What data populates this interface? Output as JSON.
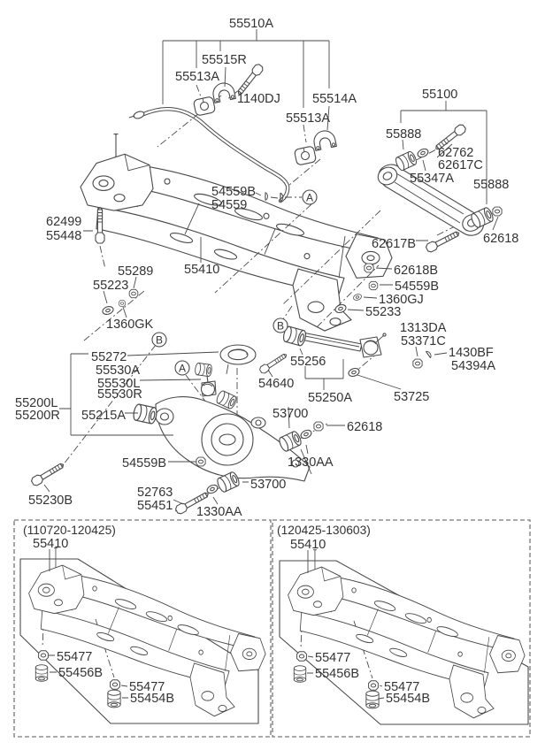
{
  "colors": {
    "background": "#ffffff",
    "line": "#4a4a4a",
    "text": "#333333",
    "dashed_border": "#777777"
  },
  "callouts": {
    "a": "A",
    "b": "B"
  },
  "labels": {
    "p55510A": "55510A",
    "p55515R": "55515R",
    "p55513A_1": "55513A",
    "p1140DJ": "1140DJ",
    "p55514A": "55514A",
    "p55513A_2": "55513A",
    "p55100": "55100",
    "p55888_1": "55888",
    "p62762": "62762",
    "p62617C": "62617C",
    "p55347A": "55347A",
    "p55888_2": "55888",
    "p62617B": "62617B",
    "p62618_1": "62618",
    "p54559B_1": "54559B",
    "p54559": "54559",
    "p62499": "62499",
    "p55448": "55448",
    "p55289": "55289",
    "p55223": "55223",
    "p55410": "55410",
    "p1360GK": "1360GK",
    "p62618B": "62618B",
    "p54559B_2": "54559B",
    "p1360GJ": "1360GJ",
    "p55233": "55233",
    "p1313DA": "1313DA",
    "p53371C": "53371C",
    "p1430BF": "1430BF",
    "p54394A": "54394A",
    "p55272": "55272",
    "p55530A": "55530A",
    "p55530L": "55530L",
    "p55530R": "55530R",
    "p55200L": "55200L",
    "p55200R": "55200R",
    "p55215A": "55215A",
    "p55256": "55256",
    "p54640": "54640",
    "p55250A": "55250A",
    "p53725": "53725",
    "p54559B_3": "54559B",
    "p55230B": "55230B",
    "p52763": "52763",
    "p55451": "55451",
    "p53700_1": "53700",
    "p62618_2": "62618",
    "p1330AA_1": "1330AA",
    "p53700_2": "53700",
    "p1330AA_2": "1330AA"
  },
  "variant_boxes": [
    {
      "date_range": "(110720-120425)",
      "crossmember": "55410",
      "upper_nut": "55477",
      "upper_bushing": "55456B",
      "lower_nut": "55477",
      "lower_bushing": "55454B"
    },
    {
      "date_range": "(120425-130603)",
      "crossmember": "55410",
      "upper_nut": "55477",
      "upper_bushing": "55456B",
      "lower_nut": "55477",
      "lower_bushing": "55454B"
    }
  ]
}
